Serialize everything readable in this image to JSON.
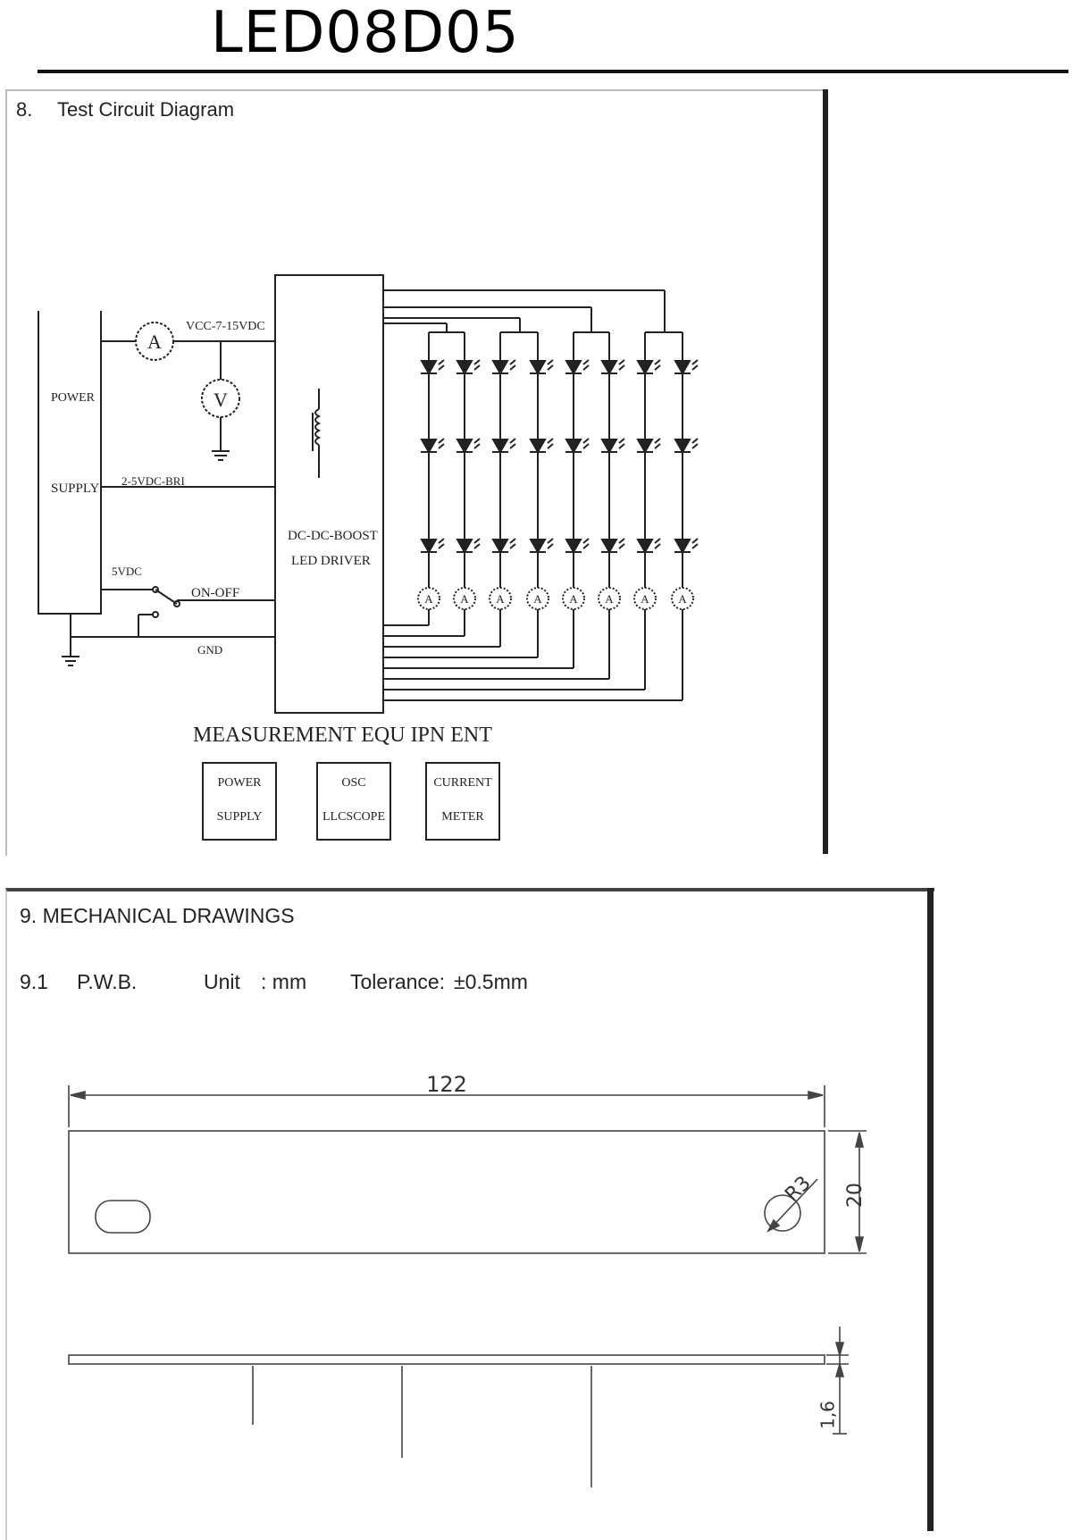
{
  "header": {
    "title": "LED08D05"
  },
  "section8": {
    "number": "8.",
    "title": "Test Circuit Diagram",
    "diagram": {
      "power_supply_labels": [
        "POWER",
        "SUPPLY"
      ],
      "ammeter_symbol": "A",
      "voltmeter_symbol": "V",
      "vcc_label": "VCC-7-15VDC",
      "brightness_label": "2-5VDC-BRI",
      "five_vdc_label": "5VDC",
      "on_off_label": "ON-OFF",
      "gnd_label": "GND",
      "driver_label_1": "DC-DC-BOOST",
      "driver_label_2": "LED DRIVER",
      "string_meter_symbol": "A",
      "equipment_heading": "MEASUREMENT EQU IPN ENT",
      "equipment": [
        {
          "line1": "POWER",
          "line2": "SUPPLY"
        },
        {
          "line1": "OSC",
          "line2": "LLCSCOPE"
        },
        {
          "line1": "CURRENT",
          "line2": "METER"
        }
      ]
    }
  },
  "section9": {
    "heading": "9. MECHANICAL DRAWINGS",
    "sub_number": "9.1",
    "sub_title": "P.W.B.",
    "unit_label": "Unit",
    "unit_value": ": mm",
    "tolerance_label": "Tolerance:",
    "tolerance_value": "±0.5mm",
    "drawing": {
      "length_dim": "122",
      "width_dim": "20",
      "radius_dim": "R3",
      "thickness_dim": "1,6"
    }
  }
}
